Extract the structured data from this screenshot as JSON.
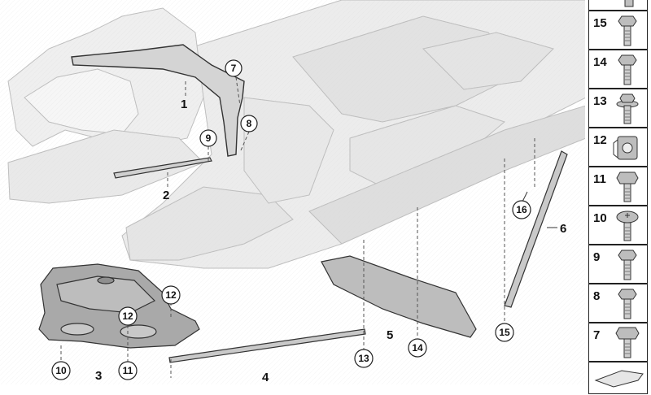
{
  "diagram": {
    "part_labels": [
      {
        "id": "label-1",
        "text": "1"
      },
      {
        "id": "label-2",
        "text": "2"
      },
      {
        "id": "label-3",
        "text": "3"
      },
      {
        "id": "label-4",
        "text": "4"
      },
      {
        "id": "label-5",
        "text": "5"
      },
      {
        "id": "label-6",
        "text": "6"
      }
    ],
    "callouts": [
      {
        "id": "callout-7",
        "text": "7"
      },
      {
        "id": "callout-8",
        "text": "8"
      },
      {
        "id": "callout-9",
        "text": "9"
      },
      {
        "id": "callout-10",
        "text": "10"
      },
      {
        "id": "callout-11",
        "text": "11"
      },
      {
        "id": "callout-12a",
        "text": "12"
      },
      {
        "id": "callout-12b",
        "text": "12"
      },
      {
        "id": "callout-13",
        "text": "13"
      },
      {
        "id": "callout-14",
        "text": "14"
      },
      {
        "id": "callout-15",
        "text": "15"
      },
      {
        "id": "callout-16",
        "text": "16"
      }
    ]
  },
  "sidebar": {
    "items": [
      {
        "label": "15",
        "icon": "hex-bolt-icon"
      },
      {
        "label": "14",
        "icon": "hex-bolt-icon"
      },
      {
        "label": "13",
        "icon": "flange-bolt-icon"
      },
      {
        "label": "12",
        "icon": "clip-nut-icon"
      },
      {
        "label": "11",
        "icon": "hex-bolt-icon"
      },
      {
        "label": "10",
        "icon": "torx-bolt-icon"
      },
      {
        "label": "9",
        "icon": "hex-bolt-icon"
      },
      {
        "label": "8",
        "icon": "hex-bolt-icon"
      },
      {
        "label": "7",
        "icon": "hex-bolt-icon"
      }
    ]
  }
}
